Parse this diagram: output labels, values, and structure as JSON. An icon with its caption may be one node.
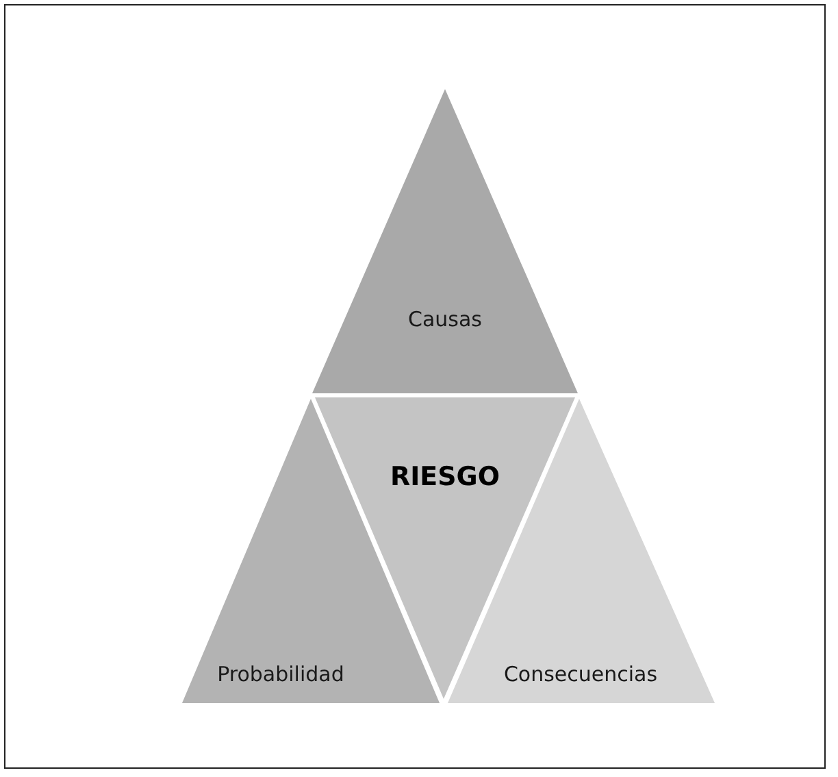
{
  "diagram": {
    "nodes": [
      {
        "text": [
          "Causas"
        ]
      },
      {
        "text": [
          "RIESGO"
        ]
      },
      {
        "text": [
          "Probabilidad"
        ]
      },
      {
        "text": [
          "Consecuencias"
        ]
      }
    ]
  }
}
